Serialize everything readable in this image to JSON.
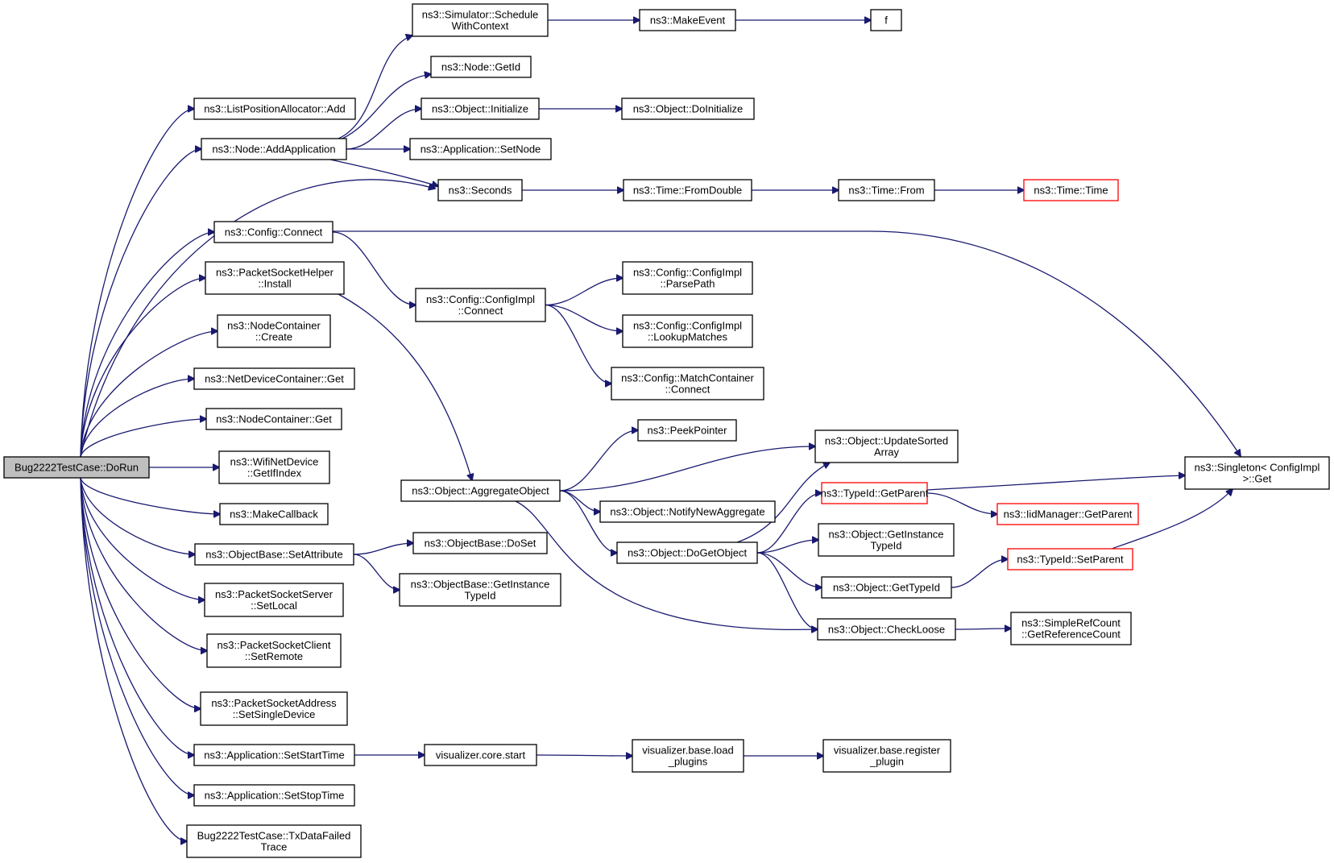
{
  "diagram": {
    "kind": "call-graph",
    "colors": {
      "edge": "#191970",
      "node_border": "#000000",
      "truncated_border": "#ff0000",
      "root_fill": "#bfbfbf",
      "node_fill": "#ffffff"
    },
    "nodes": [
      {
        "id": "dorun",
        "lines": [
          "Bug2222TestCase::DoRun"
        ],
        "root": true
      },
      {
        "id": "lpa_add",
        "lines": [
          "ns3::ListPositionAllocator::Add"
        ]
      },
      {
        "id": "addapp",
        "lines": [
          "ns3::Node::AddApplication"
        ]
      },
      {
        "id": "cfg_connect",
        "lines": [
          "ns3::Config::Connect"
        ]
      },
      {
        "id": "psh_install",
        "lines": [
          "ns3::PacketSocketHelper",
          "::Install"
        ]
      },
      {
        "id": "nc_create",
        "lines": [
          "ns3::NodeContainer",
          "::Create"
        ]
      },
      {
        "id": "ndc_get",
        "lines": [
          "ns3::NetDeviceContainer::Get"
        ]
      },
      {
        "id": "nc_get",
        "lines": [
          "ns3::NodeContainer::Get"
        ]
      },
      {
        "id": "wnd_getifindex",
        "lines": [
          "ns3::WifiNetDevice",
          "::GetIfIndex"
        ]
      },
      {
        "id": "makecallback",
        "lines": [
          "ns3::MakeCallback"
        ]
      },
      {
        "id": "ob_setattr",
        "lines": [
          "ns3::ObjectBase::SetAttribute"
        ]
      },
      {
        "id": "pss_setlocal",
        "lines": [
          "ns3::PacketSocketServer",
          "::SetLocal"
        ]
      },
      {
        "id": "psc_setremote",
        "lines": [
          "ns3::PacketSocketClient",
          "::SetRemote"
        ]
      },
      {
        "id": "psa_setsingle",
        "lines": [
          "ns3::PacketSocketAddress",
          "::SetSingleDevice"
        ]
      },
      {
        "id": "app_setstart",
        "lines": [
          "ns3::Application::SetStartTime"
        ]
      },
      {
        "id": "app_setstop",
        "lines": [
          "ns3::Application::SetStopTime"
        ]
      },
      {
        "id": "txdatafailed",
        "lines": [
          "Bug2222TestCase::TxDataFailed",
          "Trace"
        ]
      },
      {
        "id": "sim_schedule",
        "lines": [
          "ns3::Simulator::Schedule",
          "WithContext"
        ]
      },
      {
        "id": "node_getid",
        "lines": [
          "ns3::Node::GetId"
        ]
      },
      {
        "id": "obj_initialize",
        "lines": [
          "ns3::Object::Initialize"
        ]
      },
      {
        "id": "app_setnode",
        "lines": [
          "ns3::Application::SetNode"
        ]
      },
      {
        "id": "seconds",
        "lines": [
          "ns3::Seconds"
        ]
      },
      {
        "id": "cfgimpl_connect",
        "lines": [
          "ns3::Config::ConfigImpl",
          "::Connect"
        ]
      },
      {
        "id": "obj_aggregate",
        "lines": [
          "ns3::Object::AggregateObject"
        ]
      },
      {
        "id": "ob_doset",
        "lines": [
          "ns3::ObjectBase::DoSet"
        ]
      },
      {
        "id": "ob_getinstancetypeid",
        "lines": [
          "ns3::ObjectBase::GetInstance",
          "TypeId"
        ]
      },
      {
        "id": "vis_core_start",
        "lines": [
          "visualizer.core.start"
        ]
      },
      {
        "id": "makeevent",
        "lines": [
          "ns3::MakeEvent"
        ]
      },
      {
        "id": "f",
        "lines": [
          "f"
        ]
      },
      {
        "id": "obj_doinitialize",
        "lines": [
          "ns3::Object::DoInitialize"
        ]
      },
      {
        "id": "time_fromdouble",
        "lines": [
          "ns3::Time::FromDouble"
        ]
      },
      {
        "id": "time_from",
        "lines": [
          "ns3::Time::From"
        ]
      },
      {
        "id": "time_time",
        "lines": [
          "ns3::Time::Time"
        ],
        "truncated": true
      },
      {
        "id": "cfgimpl_parsepath",
        "lines": [
          "ns3::Config::ConfigImpl",
          "::ParsePath"
        ]
      },
      {
        "id": "cfgimpl_lookup",
        "lines": [
          "ns3::Config::ConfigImpl",
          "::LookupMatches"
        ]
      },
      {
        "id": "matchcontainer_connect",
        "lines": [
          "ns3::Config::MatchContainer",
          "::Connect"
        ]
      },
      {
        "id": "peekpointer",
        "lines": [
          "ns3::PeekPointer"
        ]
      },
      {
        "id": "obj_notify",
        "lines": [
          "ns3::Object::NotifyNewAggregate"
        ]
      },
      {
        "id": "obj_dogetobject",
        "lines": [
          "ns3::Object::DoGetObject"
        ]
      },
      {
        "id": "obj_updatesorted",
        "lines": [
          "ns3::Object::UpdateSorted",
          "Array"
        ]
      },
      {
        "id": "typeid_getparent",
        "lines": [
          "ns3::TypeId::GetParent"
        ],
        "truncated": true
      },
      {
        "id": "obj_getinstancetypeid",
        "lines": [
          "ns3::Object::GetInstance",
          "TypeId"
        ]
      },
      {
        "id": "obj_gettypeid",
        "lines": [
          "ns3::Object::GetTypeId"
        ]
      },
      {
        "id": "obj_checkloose",
        "lines": [
          "ns3::Object::CheckLoose"
        ]
      },
      {
        "id": "singleton_get",
        "lines": [
          "ns3::Singleton< ConfigImpl",
          ">::Get"
        ]
      },
      {
        "id": "iidmanager_getparent",
        "lines": [
          "ns3::IidManager::GetParent"
        ],
        "truncated": true
      },
      {
        "id": "typeid_setparent",
        "lines": [
          "ns3::TypeId::SetParent"
        ],
        "truncated": true
      },
      {
        "id": "simplerefcount",
        "lines": [
          "ns3::SimpleRefCount",
          "::GetReferenceCount"
        ]
      },
      {
        "id": "vis_load_plugins",
        "lines": [
          "visualizer.base.load",
          "_plugins"
        ]
      },
      {
        "id": "vis_register_plugin",
        "lines": [
          "visualizer.base.register",
          "_plugin"
        ]
      }
    ],
    "edges": [
      {
        "from": "dorun",
        "to": "lpa_add"
      },
      {
        "from": "dorun",
        "to": "addapp"
      },
      {
        "from": "dorun",
        "to": "seconds"
      },
      {
        "from": "dorun",
        "to": "cfg_connect"
      },
      {
        "from": "dorun",
        "to": "psh_install"
      },
      {
        "from": "dorun",
        "to": "nc_create"
      },
      {
        "from": "dorun",
        "to": "ndc_get"
      },
      {
        "from": "dorun",
        "to": "nc_get"
      },
      {
        "from": "dorun",
        "to": "wnd_getifindex"
      },
      {
        "from": "dorun",
        "to": "makecallback"
      },
      {
        "from": "dorun",
        "to": "ob_setattr"
      },
      {
        "from": "dorun",
        "to": "pss_setlocal"
      },
      {
        "from": "dorun",
        "to": "psc_setremote"
      },
      {
        "from": "dorun",
        "to": "psa_setsingle"
      },
      {
        "from": "dorun",
        "to": "app_setstart"
      },
      {
        "from": "dorun",
        "to": "app_setstop"
      },
      {
        "from": "dorun",
        "to": "txdatafailed"
      },
      {
        "from": "addapp",
        "to": "sim_schedule"
      },
      {
        "from": "addapp",
        "to": "node_getid"
      },
      {
        "from": "addapp",
        "to": "obj_initialize"
      },
      {
        "from": "addapp",
        "to": "app_setnode"
      },
      {
        "from": "addapp",
        "to": "seconds"
      },
      {
        "from": "sim_schedule",
        "to": "makeevent"
      },
      {
        "from": "makeevent",
        "to": "f"
      },
      {
        "from": "obj_initialize",
        "to": "obj_doinitialize"
      },
      {
        "from": "seconds",
        "to": "time_fromdouble"
      },
      {
        "from": "time_fromdouble",
        "to": "time_from"
      },
      {
        "from": "time_from",
        "to": "time_time"
      },
      {
        "from": "cfg_connect",
        "to": "singleton_get"
      },
      {
        "from": "cfg_connect",
        "to": "cfgimpl_connect"
      },
      {
        "from": "cfgimpl_connect",
        "to": "cfgimpl_parsepath"
      },
      {
        "from": "cfgimpl_connect",
        "to": "cfgimpl_lookup"
      },
      {
        "from": "cfgimpl_connect",
        "to": "matchcontainer_connect"
      },
      {
        "from": "psh_install",
        "to": "obj_aggregate"
      },
      {
        "from": "obj_aggregate",
        "to": "peekpointer"
      },
      {
        "from": "obj_aggregate",
        "to": "obj_updatesorted"
      },
      {
        "from": "obj_aggregate",
        "to": "obj_notify"
      },
      {
        "from": "obj_aggregate",
        "to": "obj_dogetobject"
      },
      {
        "from": "obj_aggregate",
        "to": "obj_checkloose"
      },
      {
        "from": "obj_dogetobject",
        "to": "obj_updatesorted"
      },
      {
        "from": "obj_dogetobject",
        "to": "typeid_getparent"
      },
      {
        "from": "obj_dogetobject",
        "to": "obj_getinstancetypeid"
      },
      {
        "from": "obj_dogetobject",
        "to": "obj_gettypeid"
      },
      {
        "from": "obj_dogetobject",
        "to": "obj_checkloose"
      },
      {
        "from": "typeid_getparent",
        "to": "singleton_get"
      },
      {
        "from": "typeid_getparent",
        "to": "iidmanager_getparent"
      },
      {
        "from": "obj_gettypeid",
        "to": "typeid_setparent"
      },
      {
        "from": "typeid_setparent",
        "to": "singleton_get"
      },
      {
        "from": "obj_checkloose",
        "to": "simplerefcount"
      },
      {
        "from": "ob_setattr",
        "to": "ob_doset"
      },
      {
        "from": "ob_setattr",
        "to": "ob_getinstancetypeid"
      },
      {
        "from": "app_setstart",
        "to": "vis_core_start"
      },
      {
        "from": "vis_core_start",
        "to": "vis_load_plugins"
      },
      {
        "from": "vis_load_plugins",
        "to": "vis_register_plugin"
      }
    ]
  }
}
